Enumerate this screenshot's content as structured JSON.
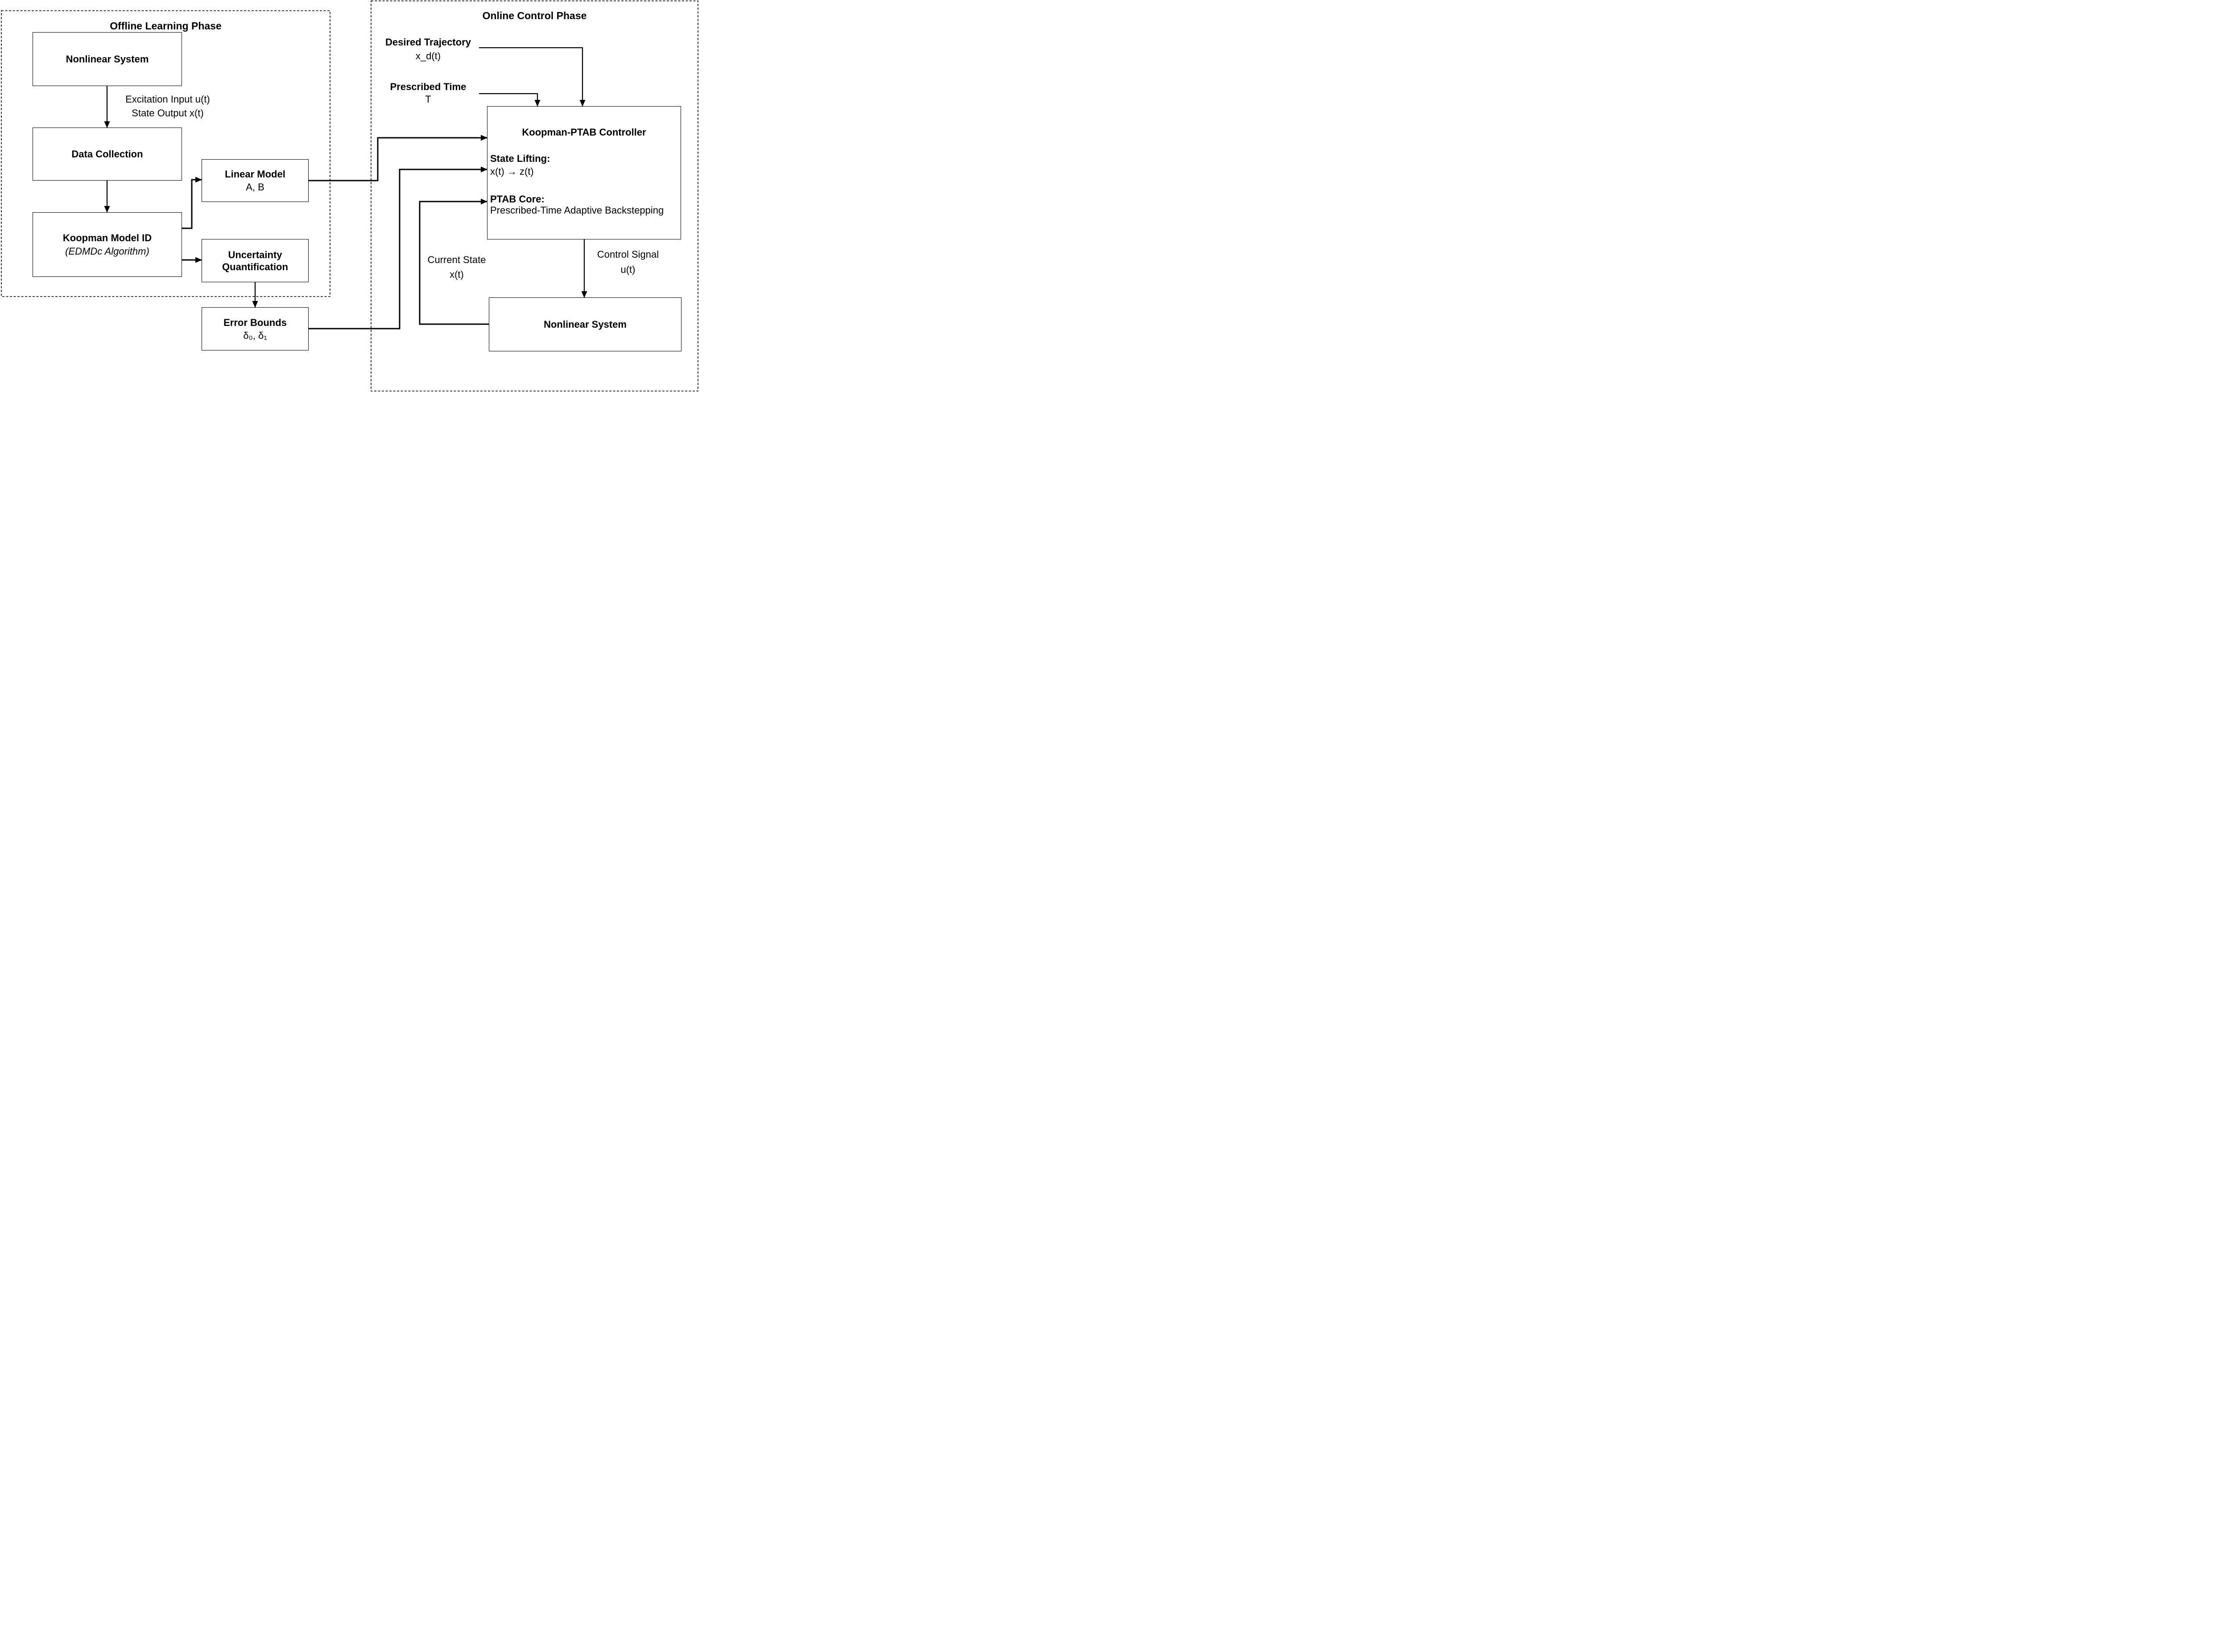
{
  "offline": {
    "title": "Offline Learning Phase",
    "boxes": {
      "nonlinear_system": {
        "label": "Nonlinear System"
      },
      "data_collection": {
        "label": "Data Collection"
      },
      "koopman_model_id": {
        "label": "Koopman Model ID",
        "sublabel": "(EDMDc Algorithm)"
      },
      "linear_model": {
        "label": "Linear Model",
        "sublabel": "A, B"
      },
      "uncertainty_quantification": {
        "label": "Uncertainty Quantification"
      },
      "error_bounds": {
        "label": "Error Bounds",
        "sublabel": "δ₀, δ₁"
      }
    },
    "edge_labels": {
      "excitation_input": "Excitation Input u(t)",
      "state_output": "State Output x(t)"
    }
  },
  "online": {
    "title": "Online Control Phase",
    "inputs": {
      "desired_trajectory": {
        "label": "Desired Trajectory",
        "value": "x_d(t)"
      },
      "prescribed_time": {
        "label": "Prescribed Time",
        "value": "T"
      }
    },
    "controller": {
      "title": "Koopman-PTAB Controller",
      "state_lifting_label": "State Lifting:",
      "state_lifting_value": "x(t) → z(t)",
      "ptab_core_label": "PTAB Core:",
      "ptab_core_value": "Prescribed-Time Adaptive Backstepping"
    },
    "plant": {
      "label": "Nonlinear System"
    },
    "edge_labels": {
      "current_state": "Current State",
      "current_state_value": "x(t)",
      "control_signal": "Control Signal",
      "control_signal_value": "u(t)"
    }
  },
  "colors": {
    "ink": "#000000",
    "background": "#ffffff"
  }
}
